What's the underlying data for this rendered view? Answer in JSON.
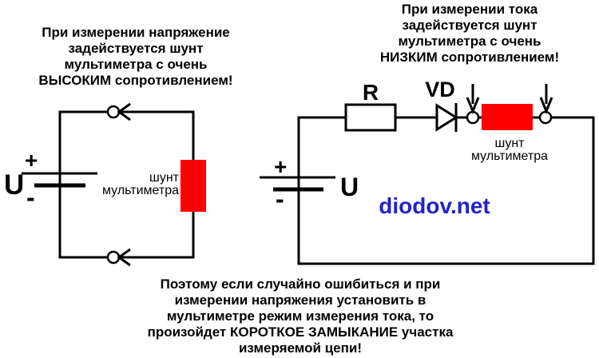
{
  "notes": {
    "left": {
      "lines": [
        "При измерении напряжение",
        "задействуется шунт",
        "мультиметра с очень",
        "ВЫСОКИМ сопротивлением!"
      ]
    },
    "right": {
      "lines": [
        "При измерении тока",
        "задействуется шунт",
        "мультиметра с очень",
        "НИЗКИМ сопротивлением!"
      ]
    },
    "bottom": {
      "lines": [
        "Поэтому если случайно ошибиться и при",
        "измерении напряжения установить в",
        "мультиметре режим измерения тока, то",
        "произойдет КОРОТКОЕ ЗАМЫКАНИЕ участка",
        "измеряемой цепи!"
      ]
    }
  },
  "voltage_circuit": {
    "source_label": "U",
    "plus_sign": "+",
    "minus_sign": "-",
    "shunt_label": {
      "line1": "шунт",
      "line2": "мультиметра"
    }
  },
  "current_circuit": {
    "source_label": "U",
    "plus_sign": "+",
    "minus_sign": "-",
    "resistor_label": "R",
    "diode_label": "VD",
    "shunt_label": {
      "line1": "шунт",
      "line2": "мультиметра"
    },
    "watermark": "diodov.net"
  },
  "colors": {
    "shunt_fill": "#ff0000",
    "watermark_blue": "#2222cc",
    "wire": "#000000",
    "background": "#ffffff"
  }
}
